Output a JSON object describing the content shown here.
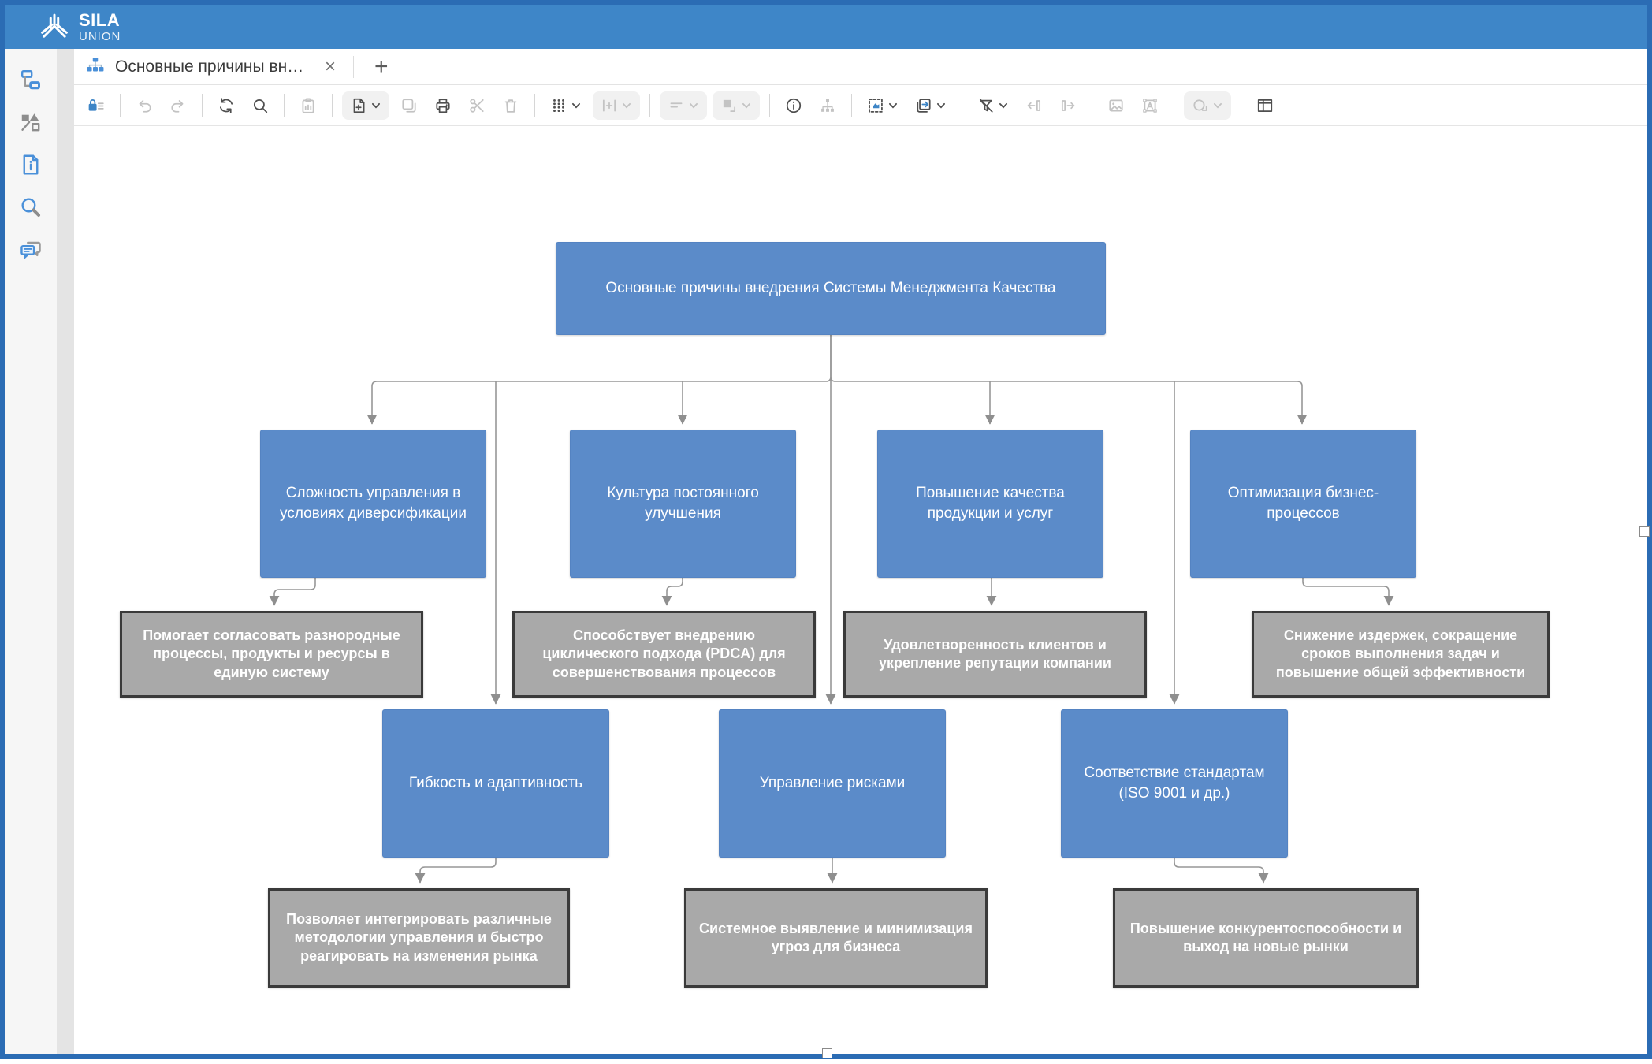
{
  "colors": {
    "accent": "#3d85c6",
    "header_blue": "#3e86c8",
    "frame_blue": "#2b6cb4",
    "node_blue": "#5b8bc9",
    "node_gray": "#a9a9a9",
    "node_gray_border": "#3a3a3a",
    "connector": "#8f8f8f"
  },
  "header": {
    "brand_line1": "SILA",
    "brand_line2": "UNION"
  },
  "sidebar": {
    "items": [
      {
        "icon": "diagram-tree-icon"
      },
      {
        "icon": "shapes-icon"
      },
      {
        "icon": "document-info-icon"
      },
      {
        "icon": "search-icon"
      },
      {
        "icon": "comments-icon"
      }
    ]
  },
  "tabbar": {
    "tab": {
      "icon": "org-chart-icon",
      "label": "Основные причины внед...",
      "close_label": "×"
    },
    "add_tab_label": "+"
  },
  "toolbar": {
    "items": [
      {
        "icon": "lock-icon",
        "state": "accent"
      },
      {
        "sep": true
      },
      {
        "icon": "undo-icon",
        "state": "disabled"
      },
      {
        "icon": "redo-icon",
        "state": "disabled"
      },
      {
        "sep": true
      },
      {
        "icon": "refresh-icon",
        "state": "enabled"
      },
      {
        "icon": "zoom-search-icon",
        "state": "enabled"
      },
      {
        "sep": true
      },
      {
        "icon": "paste-icon",
        "state": "disabled"
      },
      {
        "sep": true
      },
      {
        "icon": "new-diagram-icon",
        "state": "enabled",
        "chevron": true,
        "pill": true
      },
      {
        "icon": "copy-icon",
        "state": "disabled"
      },
      {
        "icon": "print-icon",
        "state": "enabled"
      },
      {
        "icon": "cut-icon",
        "state": "disabled"
      },
      {
        "icon": "delete-icon",
        "state": "disabled"
      },
      {
        "sep": true
      },
      {
        "icon": "grid-icon",
        "state": "enabled",
        "chevron": true
      },
      {
        "icon": "spacing-icon",
        "state": "disabled",
        "chevron": true,
        "pill": true
      },
      {
        "sep": true
      },
      {
        "icon": "align-icon",
        "state": "disabled",
        "chevron": true,
        "pill": true
      },
      {
        "icon": "resize-icon",
        "state": "disabled",
        "chevron": true,
        "pill": true
      },
      {
        "sep": true
      },
      {
        "icon": "info-icon",
        "state": "enabled"
      },
      {
        "icon": "hierarchy-icon",
        "state": "disabled"
      },
      {
        "sep": true
      },
      {
        "icon": "select-objects-icon",
        "state": "enabled",
        "chevron": true
      },
      {
        "icon": "copy-to-icon",
        "state": "enabled",
        "chevron": true
      },
      {
        "sep": true
      },
      {
        "icon": "filter-off-icon",
        "state": "enabled",
        "chevron": true
      },
      {
        "icon": "shift-left-icon",
        "state": "disabled"
      },
      {
        "icon": "shift-right-icon",
        "state": "disabled"
      },
      {
        "sep": true
      },
      {
        "icon": "image-icon",
        "state": "disabled"
      },
      {
        "icon": "text-frame-icon",
        "state": "disabled"
      },
      {
        "sep": true
      },
      {
        "icon": "link-object-icon",
        "state": "disabled",
        "chevron": true,
        "pill": true
      },
      {
        "sep": true
      },
      {
        "icon": "panel-icon",
        "state": "enabled"
      }
    ]
  },
  "diagram": {
    "nodes": {
      "root": "Основные причины внедрения Системы Менеджмента Качества",
      "b1": "Сложность управления в условиях диверсификации",
      "b2": "Культура постоянного улучшения",
      "b3": "Повышение качества продукции и услуг",
      "b4": "Оптимизация бизнес-процессов",
      "g1": "Помогает согласовать разнородные процессы, продукты и ресурсы в единую систему",
      "g2": "Способствует внедрению циклического подхода (PDCA) для совершенствования процессов",
      "g3": "Удовлетворенность клиентов и укрепление репутации компании",
      "g4": "Снижение издержек, сокращение сроков выполнения задач и повышение общей эффективности",
      "c1": "Гибкость и адаптивность",
      "c2": "Управление рисками",
      "c3": "Соответствие стандартам (ISO 9001 и др.)",
      "h1": "Позволяет интегрировать различные методологии управления и быстро реагировать на изменения рынка",
      "h2": "Системное выявление и минимизация угроз для бизнеса",
      "h3": "Повышение конкурентоспособности и выход на новые рынки"
    }
  }
}
